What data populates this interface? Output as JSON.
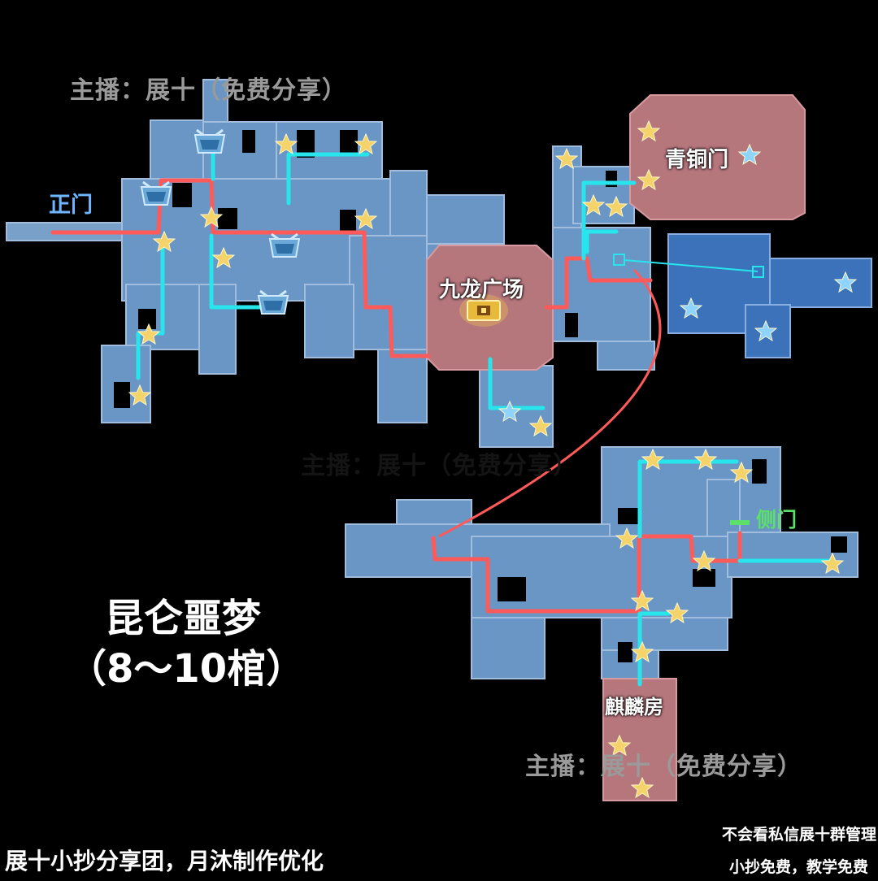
{
  "watermarks": {
    "top": "主播：展十（免费分享）",
    "middle": "主播：展十（免费分享）",
    "bottom": "主播：展十（免费分享）"
  },
  "labels": {
    "main_gate": "正门",
    "side_gate": "侧门",
    "bronze_gate": "青铜门",
    "nine_dragon_plaza": "九龙广场",
    "qilin_room": "麒麟房"
  },
  "map_title": {
    "name": "昆仑噩梦",
    "coffins": "（8～10棺）"
  },
  "footer": {
    "credit": "展十小抄分享团，月沐制作优化",
    "note_line1": "不会看私信展十群管理",
    "note_line2": "小抄免费，教学免费"
  },
  "colors": {
    "background": "#000000",
    "floor": "#6f9fcf",
    "floor_dark": "#3f79c4",
    "special_room": "#b5767c",
    "route_red": "#ff5a5a",
    "route_cyan": "#28e4ec",
    "star_gold": "#f4d36a",
    "star_blue": "#8fd3ff"
  },
  "icons": [
    "gold-star-icon",
    "blue-star-icon",
    "treasure-chest-icon",
    "coffin-icon"
  ]
}
